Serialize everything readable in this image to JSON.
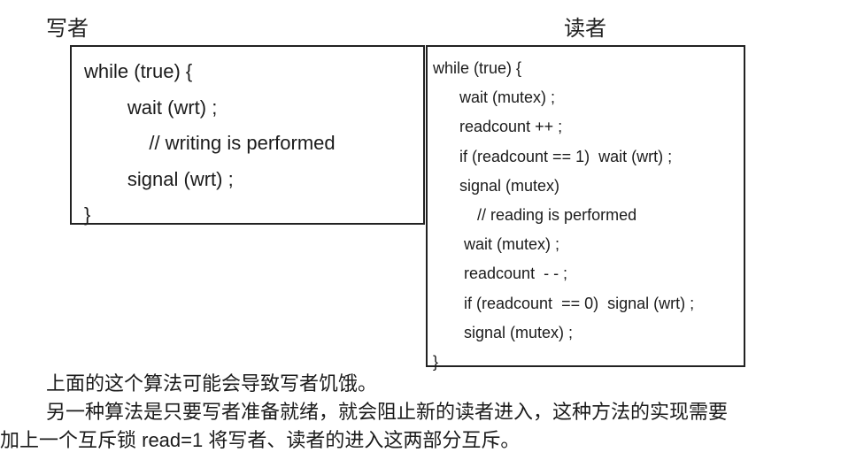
{
  "document": {
    "background_color": "#ffffff",
    "text_color": "#1b1b1b",
    "border_color": "#222222"
  },
  "writer": {
    "header": "写者",
    "code_lines": [
      {
        "text": "while (true) {",
        "indent": 0
      },
      {
        "text": "        wait (wrt) ;",
        "indent": 0
      },
      {
        "text": "            // writing is performed",
        "indent": 0
      },
      {
        "text": "        signal (wrt) ;",
        "indent": 0
      },
      {
        "text": "}",
        "indent": 0
      }
    ]
  },
  "reader": {
    "header": "读者",
    "code_lines": [
      {
        "text": "while (true) {",
        "indent": 0
      },
      {
        "text": "      wait (mutex) ;",
        "indent": 0
      },
      {
        "text": "      readcount ++ ;",
        "indent": 0
      },
      {
        "text": "      if (readcount == 1)  wait (wrt) ;",
        "indent": 0
      },
      {
        "text": "      signal (mutex)",
        "indent": 0
      },
      {
        "text": "          // reading is performed",
        "indent": 0
      },
      {
        "text": "       wait (mutex) ;",
        "indent": 0
      },
      {
        "text": "       readcount  - - ;",
        "indent": 0
      },
      {
        "text": "       if (readcount  == 0)  signal (wrt) ;",
        "indent": 0
      },
      {
        "text": "       signal (mutex) ;",
        "indent": 0
      },
      {
        "text": "}",
        "indent": 0
      }
    ]
  },
  "notes": {
    "line_1": "上面的这个算法可能会导致写者饥饿。",
    "line_2": "另一种算法是只要写者准备就绪，就会阻止新的读者进入，这种方法的实现需要",
    "line_3": "加上一个互斥锁 read=1 将写者、读者的进入这两部分互斥。"
  }
}
